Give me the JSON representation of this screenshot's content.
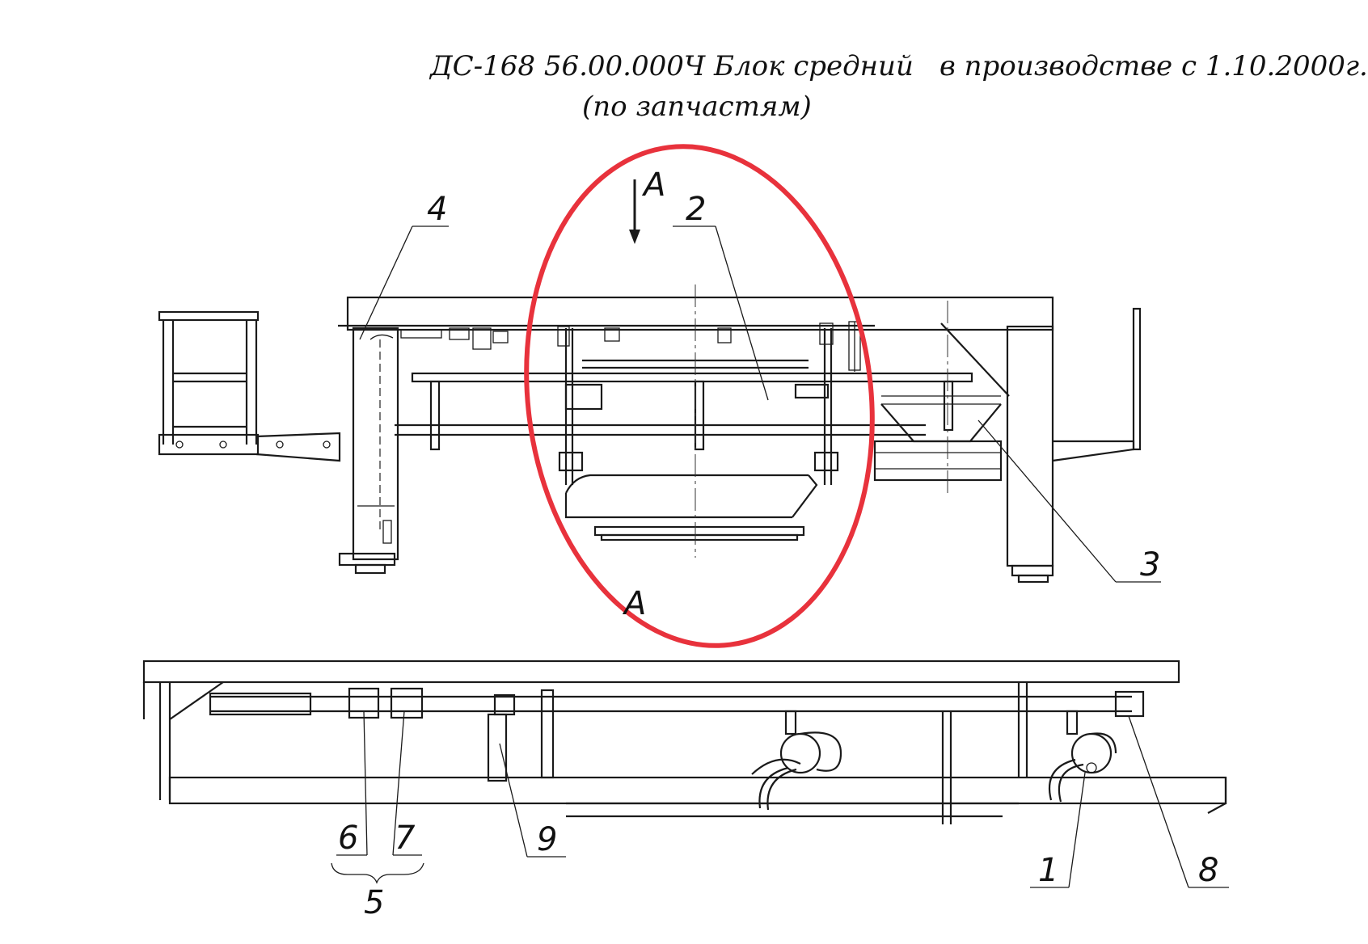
{
  "header": {
    "title": "ДС-168 56.00.000Ч Блок средний",
    "production_note": "в производстве с 1.10.2000г.",
    "subtitle": "(по запчастям)"
  },
  "view_label": "A",
  "arrow_label": "A",
  "callouts": {
    "c1": "1",
    "c2": "2",
    "c3": "3",
    "c4": "4",
    "c5": "5",
    "c6": "6",
    "c7": "7",
    "c8": "8",
    "c9": "9"
  },
  "highlight": {
    "color": "#e8323c"
  }
}
